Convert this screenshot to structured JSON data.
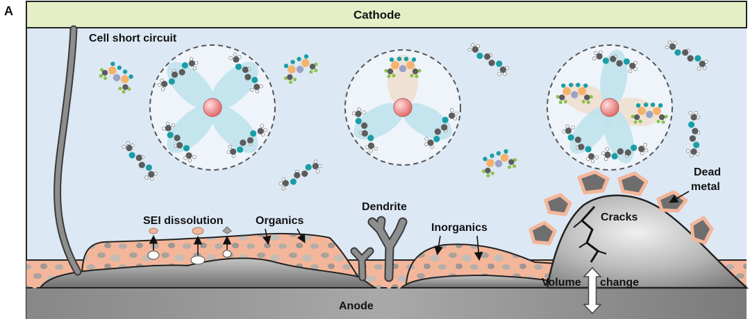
{
  "figure": {
    "panel_label": "A",
    "electrodes": {
      "cathode": "Cathode",
      "anode": "Anode"
    },
    "annotations": {
      "cell_short_circuit": "Cell short circuit",
      "sei_dissolution": "SEI dissolution",
      "organics": "Organics",
      "dendrite": "Dendrite",
      "inorganics": "Inorganics",
      "cracks": "Cracks",
      "dead_metal": [
        "Dead",
        "metal"
      ],
      "volume_change": [
        "Volume",
        "change"
      ]
    }
  },
  "colors": {
    "cathode": "#e4efc6",
    "electrolyte": "#dce8f4",
    "sei": "#f4b69a",
    "metal": "#8c8c8c",
    "dead_metal": "#6e6e6e",
    "solvation_shell": "#eef4fa",
    "metal_ion": "#ee8484",
    "solvent_petal": "#bfe2ec",
    "anion_petal": "#eee0d2",
    "oxygen": "#1a9ea6",
    "sulfur": "#f5b26b",
    "nitrogen": "#9aa3c6",
    "fluorine": "#8bc34a",
    "carbon": "#5c5c5c"
  }
}
